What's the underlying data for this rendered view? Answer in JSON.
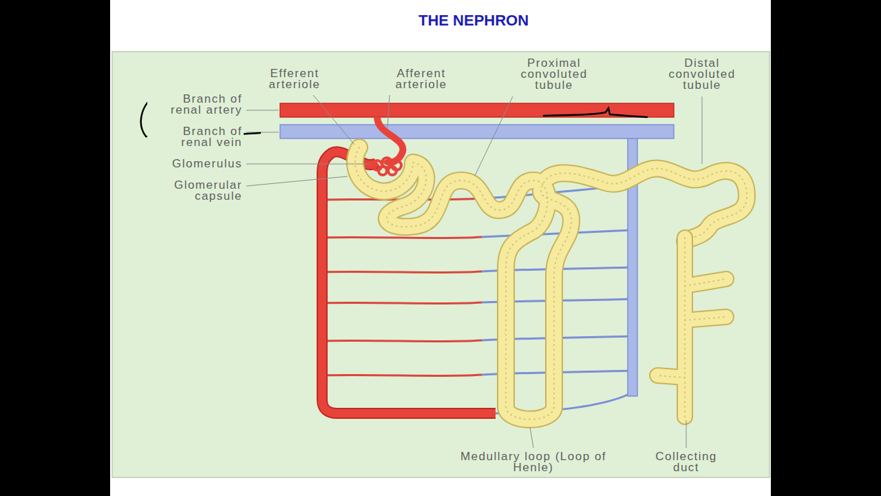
{
  "diagram": {
    "title": "THE NEPHRON",
    "labels": [
      "Efferent arteriole",
      "Afferent arteriole",
      "Proximal convoluted tubule",
      "Distal convoluted tubule",
      "Branch of renal artery",
      "Branch of renal vein",
      "Glomerulus",
      "Glomerular capsule",
      "Medullary loop (Loop of Henle)",
      "Collecting duct"
    ]
  }
}
